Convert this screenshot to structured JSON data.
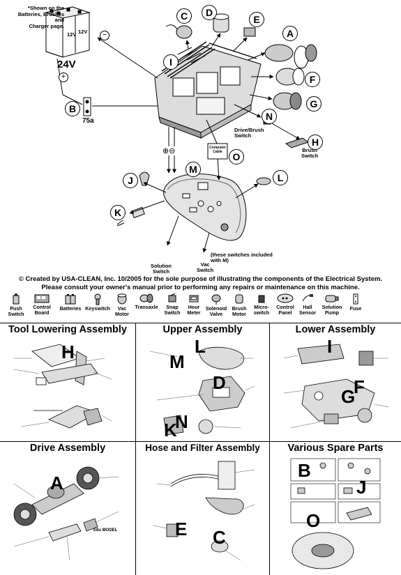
{
  "colors": {
    "ink": "#000000",
    "paper": "#ffffff",
    "shade": "#555555"
  },
  "top": {
    "note": "*Shown on the\nBatteries, Brushes and\nCharger page.",
    "voltage": "24V",
    "battery_label": "12V",
    "minus": "−",
    "plus": "+",
    "fuse_rating": "75a",
    "drive_brush_switch": "Drive/Brush\nSwitch",
    "brush_switch": "Brush\nSwitch",
    "computer_cable": "Computer\nCable",
    "plus_minus": "⊕⊖",
    "solution_switch": "Solution\nSwitch",
    "vac_switch": "Vac\nSwitch",
    "switch_note": "(these switches included\nwith M)",
    "callouts": [
      "A",
      "B",
      "C",
      "D",
      "E",
      "F",
      "G",
      "H",
      "I",
      "J",
      "K",
      "L",
      "M",
      "N",
      "O"
    ]
  },
  "credit": {
    "line1": "© Created by USA-CLEAN, Inc. 10/2005 for the sole purpose of illustrating the components of the Electrical System.",
    "line2": "Please consult your owner's manual prior to performing any repairs or maintenance on this machine."
  },
  "legend": [
    {
      "label": "Push\nSwitch",
      "icon": "push-switch-icon"
    },
    {
      "label": "Control\nBoard",
      "icon": "control-board-icon"
    },
    {
      "label": "Batteries",
      "icon": "batteries-icon"
    },
    {
      "label": "Keyswitch",
      "icon": "keyswitch-icon"
    },
    {
      "label": "Vac\nMotor",
      "icon": "vac-motor-icon"
    },
    {
      "label": "Transaxle",
      "icon": "transaxle-icon"
    },
    {
      "label": "Snap\nSwitch",
      "icon": "snap-switch-icon"
    },
    {
      "label": "Hour\nMeter",
      "icon": "hour-meter-icon"
    },
    {
      "label": "Solenoid\nValve",
      "icon": "solenoid-valve-icon"
    },
    {
      "label": "Brush\nMotor",
      "icon": "brush-motor-icon"
    },
    {
      "label": "Micro-\nswitch",
      "icon": "microswitch-icon"
    },
    {
      "label": "Control\nPanel",
      "icon": "control-panel-icon"
    },
    {
      "label": "Hall\nSensor",
      "icon": "hall-sensor-icon"
    },
    {
      "label": "Solution\nPump",
      "icon": "solution-pump-icon"
    },
    {
      "label": "Fuse",
      "icon": "fuse-icon"
    }
  ],
  "panels": [
    {
      "title": "Tool Lowering Assembly",
      "letters": [
        "H"
      ]
    },
    {
      "title": "Upper Assembly",
      "letters": [
        "L",
        "M",
        "D",
        "K",
        "N"
      ]
    },
    {
      "title": "Lower Assembly",
      "letters": [
        "I",
        "F",
        "G"
      ]
    },
    {
      "title": "Drive Assembly",
      "letters": [
        "A"
      ],
      "note": "E8u MODEL"
    },
    {
      "title": "Hose and Filter Assembly",
      "letters": [
        "E",
        "C"
      ]
    },
    {
      "title": "Various Spare Parts",
      "letters": [
        "B",
        "J",
        "O"
      ]
    }
  ]
}
